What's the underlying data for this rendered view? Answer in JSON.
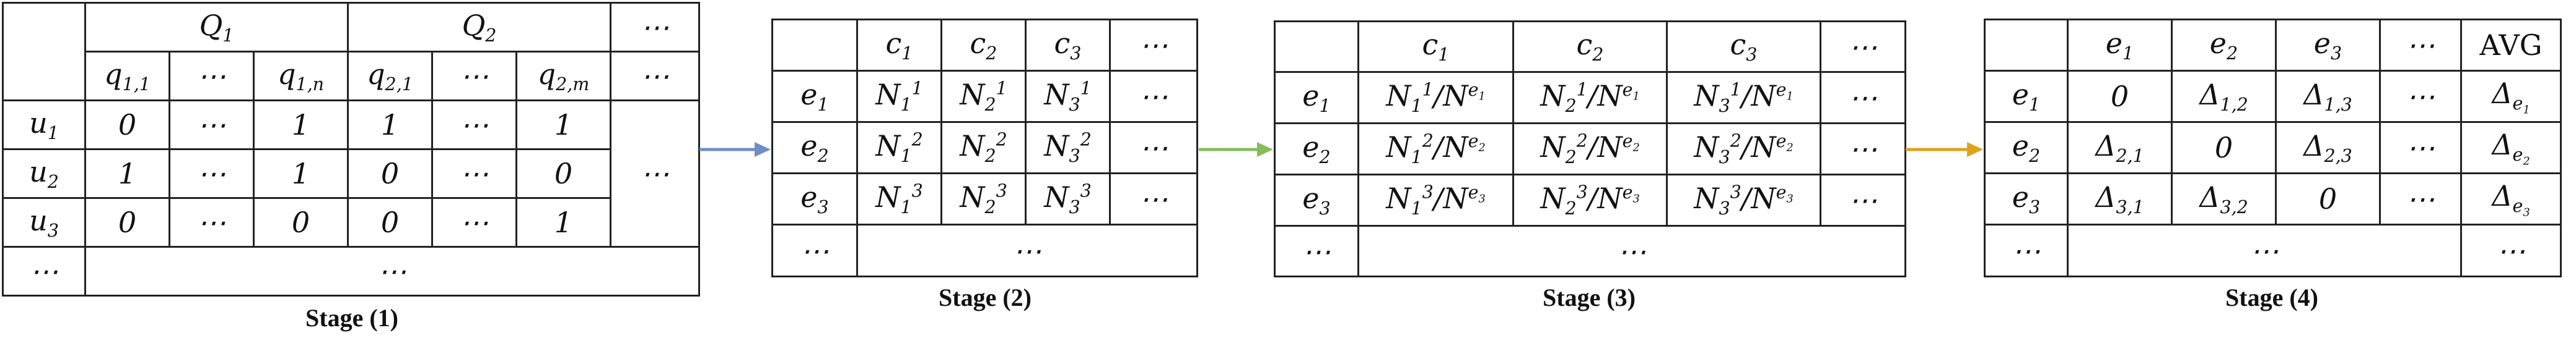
{
  "stages": {
    "s1": {
      "caption": "Stage (1)",
      "groups": [
        "Q_1",
        "Q_2",
        "⋯"
      ],
      "subheaders": [
        "q_{1,1}",
        "⋯",
        "q_{1,n}",
        "q_{2,1}",
        "⋯",
        "q_{2,m}",
        "⋯"
      ],
      "rows": [
        {
          "label": "u_1",
          "cells": [
            "0",
            "⋯",
            "1",
            "1",
            "⋯",
            "1"
          ]
        },
        {
          "label": "u_2",
          "cells": [
            "1",
            "⋯",
            "1",
            "0",
            "⋯",
            "0"
          ]
        },
        {
          "label": "u_3",
          "cells": [
            "0",
            "⋯",
            "0",
            "0",
            "⋯",
            "1"
          ]
        }
      ],
      "right_ellipsis": "⋯",
      "footer": [
        "⋯",
        "⋯"
      ]
    },
    "s2": {
      "caption": "Stage (2)",
      "headers": [
        "c_1",
        "c_2",
        "c_3",
        "⋯"
      ],
      "rows": [
        {
          "label": "e_1",
          "cells": [
            "N_1^1",
            "N_2^1",
            "N_3^1",
            "⋯"
          ]
        },
        {
          "label": "e_2",
          "cells": [
            "N_1^2",
            "N_2^2",
            "N_3^2",
            "⋯"
          ]
        },
        {
          "label": "e_3",
          "cells": [
            "N_1^3",
            "N_2^3",
            "N_3^3",
            "⋯"
          ]
        }
      ],
      "footer": [
        "⋯",
        "⋯"
      ]
    },
    "s3": {
      "caption": "Stage (3)",
      "headers": [
        "c_1",
        "c_2",
        "c_3",
        "⋯"
      ],
      "rows": [
        {
          "label": "e_1",
          "cells": [
            "N_1^1/N^{e_1}",
            "N_2^1/N^{e_1}",
            "N_3^1/N^{e_1}",
            "⋯"
          ]
        },
        {
          "label": "e_2",
          "cells": [
            "N_1^2/N^{e_2}",
            "N_2^2/N^{e_2}",
            "N_3^2/N^{e_2}",
            "⋯"
          ]
        },
        {
          "label": "e_3",
          "cells": [
            "N_1^3/N^{e_3}",
            "N_2^3/N^{e_3}",
            "N_3^3/N^{e_3}",
            "⋯"
          ]
        }
      ],
      "footer": [
        "⋯",
        "⋯"
      ]
    },
    "s4": {
      "caption": "Stage (4)",
      "headers": [
        "e_1",
        "e_2",
        "e_3",
        "⋯",
        "AVG"
      ],
      "rows": [
        {
          "label": "e_1",
          "cells": [
            "0",
            "Δ_{1,2}",
            "Δ_{1,3}",
            "⋯",
            "Δ_{e_1}"
          ]
        },
        {
          "label": "e_2",
          "cells": [
            "Δ_{2,1}",
            "0",
            "Δ_{2,3}",
            "⋯",
            "Δ_{e_2}"
          ]
        },
        {
          "label": "e_3",
          "cells": [
            "Δ_{3,1}",
            "Δ_{3,2}",
            "0",
            "⋯",
            "Δ_{e_3}"
          ]
        }
      ],
      "footer": [
        "⋯",
        "⋯",
        "⋯"
      ]
    }
  },
  "arrow_colors": [
    "#6f8fc4",
    "#86bd5a",
    "#e0a21d"
  ]
}
